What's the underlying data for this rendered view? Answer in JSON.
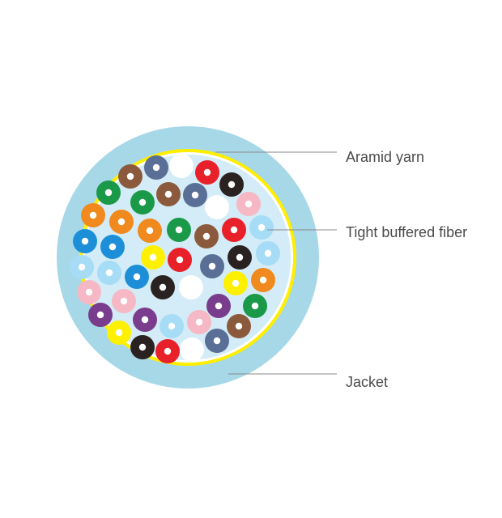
{
  "labels": {
    "aramid_yarn": "Aramid yarn",
    "tight_buffered_fiber": "Tight buffered fiber",
    "jacket": "Jacket"
  },
  "colors": {
    "jacket": "#a6d8e8",
    "aramid_yarn": "#ffee00",
    "inner_fill": "#d3ecf7",
    "fiber_core": "#ffffff",
    "filler": "#ffffff",
    "leader_line": "#8a8a8a",
    "label_text": "#4a4a4a"
  },
  "fibers": [
    {
      "color": "#8b5a3c",
      "name": "brown"
    },
    {
      "color": "#5a6f95",
      "name": "slate"
    },
    {
      "color": "#e8202a",
      "name": "red"
    },
    {
      "color": "#2a2220",
      "name": "black"
    },
    {
      "color": "#1a9a48",
      "name": "green"
    },
    {
      "color": "#1a9a48",
      "name": "green"
    },
    {
      "color": "#8b5a3c",
      "name": "brown"
    },
    {
      "color": "#5a6f95",
      "name": "slate"
    },
    {
      "color": "#f5b8c4",
      "name": "rose"
    },
    {
      "color": "#f08a1e",
      "name": "orange"
    },
    {
      "color": "#f08a1e",
      "name": "orange"
    },
    {
      "color": "#f08a1e",
      "name": "orange"
    },
    {
      "color": "#1a9a48",
      "name": "green"
    },
    {
      "color": "#8b5a3c",
      "name": "brown"
    },
    {
      "color": "#e8202a",
      "name": "red"
    },
    {
      "color": "#a6dcf5",
      "name": "aqua"
    },
    {
      "color": "#1d8fd8",
      "name": "blue"
    },
    {
      "color": "#1d8fd8",
      "name": "blue"
    },
    {
      "color": "#fff000",
      "name": "yellow"
    },
    {
      "color": "#e8202a",
      "name": "red"
    },
    {
      "color": "#5a6f95",
      "name": "slate"
    },
    {
      "color": "#2a2220",
      "name": "black"
    },
    {
      "color": "#a6dcf5",
      "name": "aqua"
    },
    {
      "color": "#a6dcf5",
      "name": "aqua"
    },
    {
      "color": "#a6dcf5",
      "name": "aqua"
    },
    {
      "color": "#1d8fd8",
      "name": "blue"
    },
    {
      "color": "#2a2220",
      "name": "black"
    },
    {
      "color": "#fff000",
      "name": "yellow"
    },
    {
      "color": "#f08a1e",
      "name": "orange"
    },
    {
      "color": "#f5b8c4",
      "name": "rose"
    },
    {
      "color": "#f5b8c4",
      "name": "rose"
    },
    {
      "color": "#7a3c8c",
      "name": "violet"
    },
    {
      "color": "#7a3c8c",
      "name": "violet"
    },
    {
      "color": "#7a3c8c",
      "name": "violet"
    },
    {
      "color": "#1a9a48",
      "name": "green"
    },
    {
      "color": "#fff000",
      "name": "yellow"
    },
    {
      "color": "#a6dcf5",
      "name": "aqua"
    },
    {
      "color": "#f5b8c4",
      "name": "rose"
    },
    {
      "color": "#8b5a3c",
      "name": "brown"
    },
    {
      "color": "#2a2220",
      "name": "black"
    },
    {
      "color": "#e8202a",
      "name": "red"
    },
    {
      "color": "#5a6f95",
      "name": "slate"
    }
  ]
}
